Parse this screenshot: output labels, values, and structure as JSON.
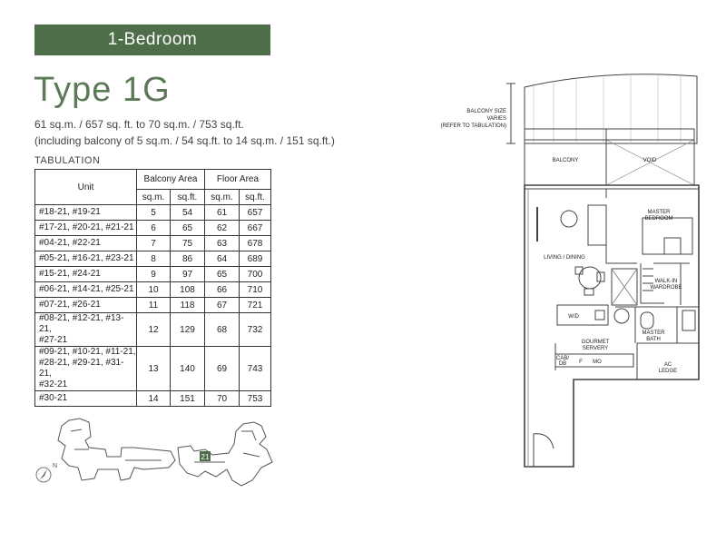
{
  "header": {
    "banner": "1-Bedroom",
    "type_title": "Type 1G",
    "area_line1": "61 sq.m. / 657 sq. ft. to 70 sq.m. / 753 sq.ft.",
    "area_line2": "(including balcony of 5 sq.m. / 54 sq.ft. to 14 sq.m. / 151 sq.ft.)"
  },
  "tabulation": {
    "heading": "TABULATION",
    "col_unit": "Unit",
    "col_balcony": "Balcony Area",
    "col_floor": "Floor Area",
    "sub_sqm": "sq.m.",
    "sub_sqft": "sq.ft.",
    "rows": [
      {
        "unit": "#18-21, #19-21",
        "b_sqm": "5",
        "b_sqft": "54",
        "f_sqm": "61",
        "f_sqft": "657"
      },
      {
        "unit": "#17-21, #20-21, #21-21",
        "b_sqm": "6",
        "b_sqft": "65",
        "f_sqm": "62",
        "f_sqft": "667"
      },
      {
        "unit": "#04-21, #22-21",
        "b_sqm": "7",
        "b_sqft": "75",
        "f_sqm": "63",
        "f_sqft": "678"
      },
      {
        "unit": "#05-21, #16-21, #23-21",
        "b_sqm": "8",
        "b_sqft": "86",
        "f_sqm": "64",
        "f_sqft": "689"
      },
      {
        "unit": "#15-21, #24-21",
        "b_sqm": "9",
        "b_sqft": "97",
        "f_sqm": "65",
        "f_sqft": "700"
      },
      {
        "unit": "#06-21, #14-21, #25-21",
        "b_sqm": "10",
        "b_sqft": "108",
        "f_sqm": "66",
        "f_sqft": "710"
      },
      {
        "unit": "#07-21, #26-21",
        "b_sqm": "11",
        "b_sqft": "118",
        "f_sqm": "67",
        "f_sqft": "721"
      },
      {
        "unit": "#08-21, #12-21, #13-21,\n#27-21",
        "b_sqm": "12",
        "b_sqft": "129",
        "f_sqm": "68",
        "f_sqft": "732"
      },
      {
        "unit": "#09-21, #10-21, #11-21,\n#28-21, #29-21, #31-21,\n#32-21",
        "b_sqm": "13",
        "b_sqft": "140",
        "f_sqm": "69",
        "f_sqft": "743"
      },
      {
        "unit": "#30-21",
        "b_sqm": "14",
        "b_sqft": "151",
        "f_sqm": "70",
        "f_sqft": "753"
      }
    ]
  },
  "keyplan": {
    "unit_marker": "21",
    "compass": "N",
    "highlight_color": "#4e6e4a"
  },
  "floorplan": {
    "balcony_note_1": "BALCONY SIZE",
    "balcony_note_2": "VARIES",
    "balcony_note_3": "(REFER TO TABULATION)",
    "balcony": "BALCONY",
    "void": "VOID",
    "master_bedroom_1": "MASTER",
    "master_bedroom_2": "BEDROOM",
    "living_dining": "LIVING / DINING",
    "walk_in_1": "WALK-IN",
    "walk_in_2": "WARDROBE",
    "gourmet_1": "GOURMET",
    "gourmet_2": "SERVERY",
    "master_bath_1": "MASTER",
    "master_bath_2": "BATH",
    "ac_ledge_1": "AC",
    "ac_ledge_2": "LEDGE",
    "wd": "W/D",
    "cab_db_1": "CAB/",
    "cab_db_2": "DB",
    "fridge": "F",
    "microwave": "MO"
  },
  "colors": {
    "accent_green": "#4e6e4a",
    "title_green": "#5d7a58"
  }
}
